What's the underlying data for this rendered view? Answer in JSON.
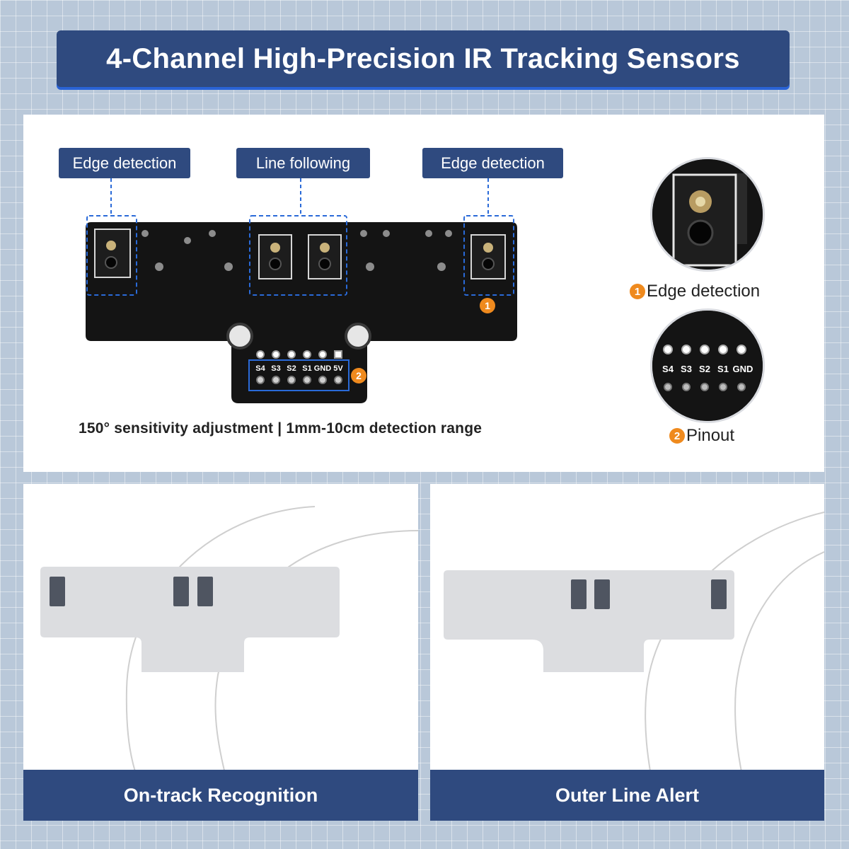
{
  "title": "4-Channel High-Precision IR Tracking Sensors",
  "tags": {
    "edge_left": "Edge detection",
    "line_following": "Line following",
    "edge_right": "Edge detection"
  },
  "caption": "150° sensitivity adjustment | 1mm-10cm detection range",
  "board": {
    "pins": [
      "S4",
      "S3",
      "S2",
      "S1",
      "GND",
      "5V"
    ],
    "marker_1": "1",
    "marker_2": "2"
  },
  "callouts": [
    {
      "number": "1",
      "label": "Edge detection"
    },
    {
      "number": "2",
      "label": "Pinout"
    }
  ],
  "scenarios": [
    {
      "label": "On-track Recognition"
    },
    {
      "label": "Outer Line Alert"
    }
  ],
  "colors": {
    "accent_navy": "#2f4a7f",
    "marker_orange": "#ef8a1e",
    "dashed_blue": "#2a6ad8"
  }
}
